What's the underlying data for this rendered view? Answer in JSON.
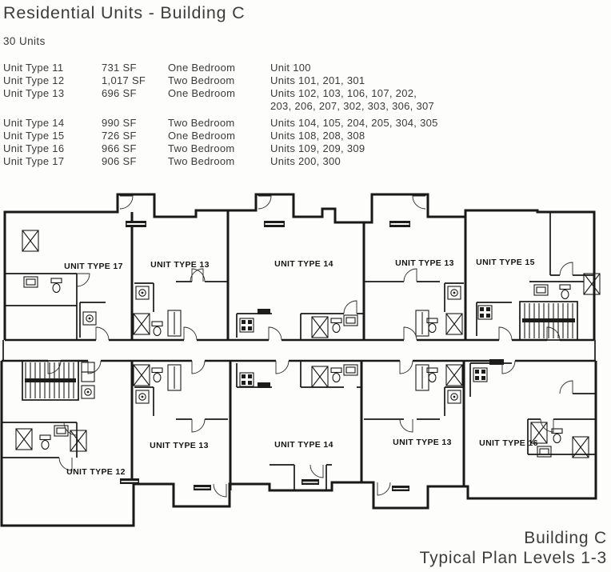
{
  "page": {
    "title": "Residential Units - Building C",
    "subtitle": "30 Units"
  },
  "unit_table": {
    "rows": [
      {
        "type": "Unit Type 11",
        "sf": "731 SF",
        "bed": "One Bedroom",
        "units": "Unit 100"
      },
      {
        "type": "Unit Type 12",
        "sf": "1,017 SF",
        "bed": "Two Bedroom",
        "units": "Units 101, 201, 301"
      },
      {
        "type": "Unit Type 13",
        "sf": "696 SF",
        "bed": "One Bedroom",
        "units": "Units 102, 103, 106, 107, 202,\n203, 206, 207, 302, 303, 306, 307"
      },
      {
        "type": "Unit Type 14",
        "sf": "990 SF",
        "bed": "Two Bedroom",
        "units": "Units 104, 105, 204, 205, 304, 305"
      },
      {
        "type": "Unit Type 15",
        "sf": "726 SF",
        "bed": "One Bedroom",
        "units": "Units 108, 208, 308"
      },
      {
        "type": "Unit Type 16",
        "sf": "966 SF",
        "bed": "Two Bedroom",
        "units": "Units 109, 209, 309"
      },
      {
        "type": "Unit Type 17",
        "sf": "906 SF",
        "bed": "Two Bedroom",
        "units": "Units 200, 300"
      }
    ]
  },
  "plan": {
    "units": [
      {
        "label": "UNIT TYPE 17"
      },
      {
        "label": "UNIT TYPE 13"
      },
      {
        "label": "UNIT TYPE 14"
      },
      {
        "label": "UNIT TYPE 13"
      },
      {
        "label": "UNIT TYPE 15"
      },
      {
        "label": "UNIT TYPE 12"
      },
      {
        "label": "UNIT TYPE 13"
      },
      {
        "label": "UNIT TYPE 14"
      },
      {
        "label": "UNIT TYPE 13"
      },
      {
        "label": "UNIT TYPE 16"
      }
    ]
  },
  "footer": {
    "line1": "Building C",
    "line2": "Typical Plan Levels 1-3"
  },
  "colors": {
    "ink": "#191919",
    "text": "#3c3c3c",
    "background": "#fdfdfc"
  }
}
